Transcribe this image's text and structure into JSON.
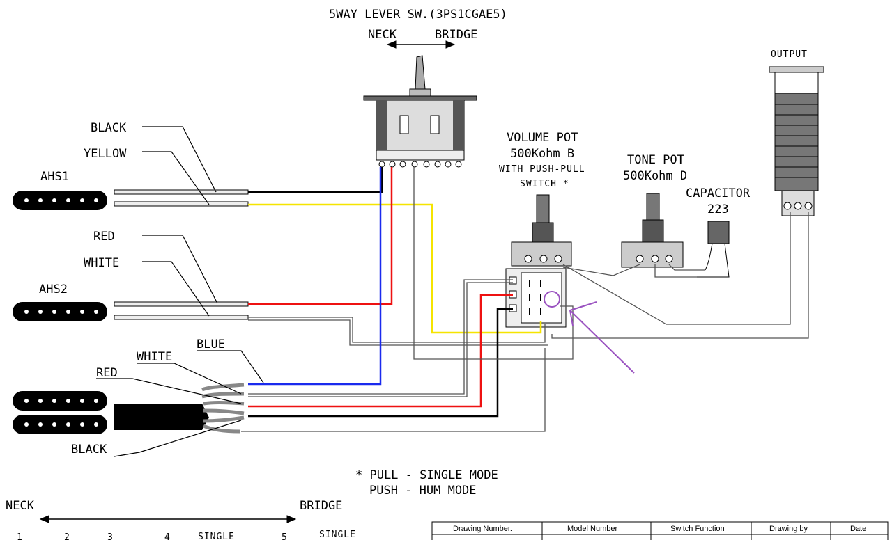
{
  "switch": {
    "title": "5WAY LEVER SW.(3PS1CGAE5)",
    "neck": "NECK",
    "bridge": "BRIDGE"
  },
  "output": {
    "label": "OUTPUT"
  },
  "volume_pot": {
    "line1": "VOLUME POT",
    "line2": "500Kohm B",
    "line3": "WITH PUSH-PULL",
    "line4": "SWITCH *"
  },
  "tone_pot": {
    "line1": "TONE POT",
    "line2": "500Kohm D"
  },
  "capacitor": {
    "line1": "CAPACITOR",
    "line2": "223"
  },
  "pickups": {
    "ahs1": {
      "name": "AHS1",
      "wire_a": "BLACK",
      "wire_b": "YELLOW"
    },
    "ahs2": {
      "name": "AHS2",
      "wire_a": "RED",
      "wire_b": "WHITE"
    },
    "humbucker": {
      "blue": "BLUE",
      "white": "WHITE",
      "red": "RED",
      "black": "BLACK"
    }
  },
  "mode_note": {
    "line1": "* PULL - SINGLE MODE",
    "line2": "PUSH - HUM MODE"
  },
  "positions": {
    "neck": "NECK",
    "bridge": "BRIDGE",
    "p1": "1",
    "p2": "2",
    "p3": "3",
    "p4": "4",
    "single_a": "SINGLE",
    "p5": "5",
    "single_b": "SINGLE"
  },
  "title_block": {
    "headers": [
      "Drawing Number.",
      "Model Number",
      "Switch Function",
      "Drawing by",
      "Date"
    ]
  },
  "colors": {
    "black": "#000000",
    "yellow": "#f5e400",
    "red": "#ee1111",
    "blue": "#1a2aee",
    "grey": "#555555",
    "annotation": "#9a52c0"
  }
}
